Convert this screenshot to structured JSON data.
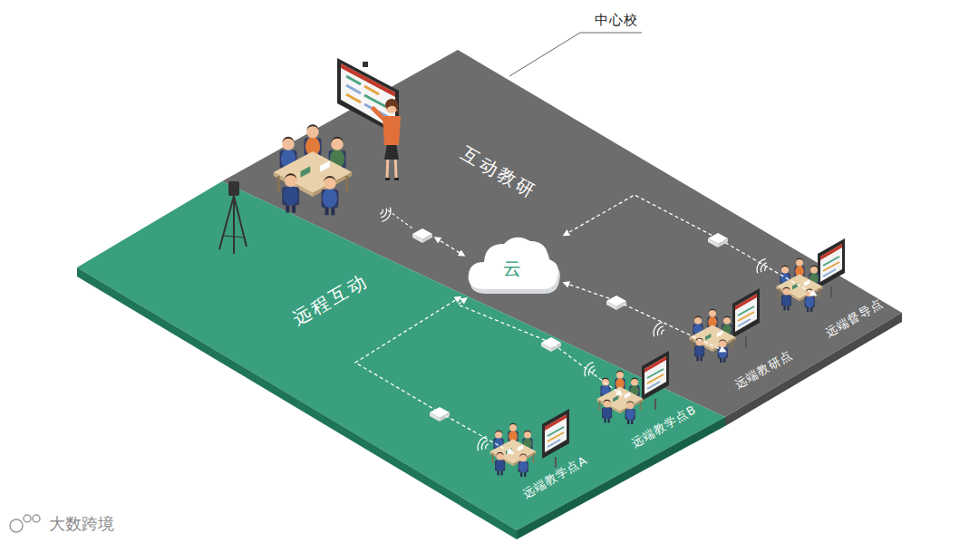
{
  "diagram": {
    "nodes": [
      {
        "text": [
          "中心校",
          "互动教研"
        ]
      },
      {
        "text": [
          "远程互动"
        ]
      },
      {
        "text": [
          "云"
        ]
      },
      {
        "text": [
          "远端教学点A"
        ],
        "in": 1
      },
      {
        "text": [
          "远端教学点B"
        ],
        "in": 1
      },
      {
        "text": [
          "远端教研点"
        ],
        "in": 0
      },
      {
        "text": [
          "远端督导点"
        ],
        "in": 0
      }
    ],
    "edges": [
      {
        "from": 2,
        "to": 3,
        "arrow": "both"
      },
      {
        "from": 2,
        "to": 4,
        "arrow": "both"
      },
      {
        "from": 2,
        "to": 5,
        "arrow": "both"
      },
      {
        "from": 2,
        "to": 6,
        "arrow": "both"
      }
    ],
    "labels": [
      "大数跨境"
    ]
  }
}
